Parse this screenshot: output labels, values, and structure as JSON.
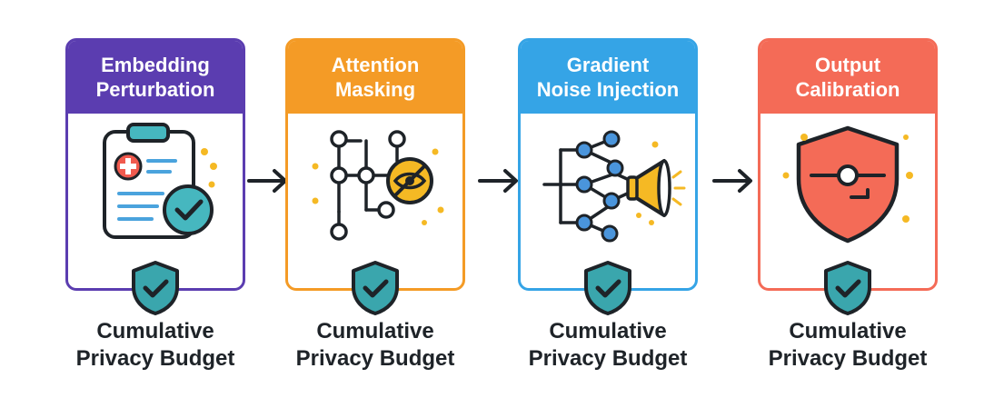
{
  "stages": [
    {
      "title_lines": [
        "Embedding",
        "Perturbation"
      ],
      "color": "#5b3db0",
      "icon": "clipboard-medical-check-icon"
    },
    {
      "title_lines": [
        "Attention",
        "Masking"
      ],
      "color": "#f49b26",
      "icon": "network-eye-slash-icon"
    },
    {
      "title_lines": [
        "Gradient",
        "Noise Injection"
      ],
      "color": "#35a4e6",
      "icon": "node-tree-megaphone-icon"
    },
    {
      "title_lines": [
        "Output",
        "Calibration"
      ],
      "color": "#f46b57",
      "icon": "shield-slider-icon"
    }
  ],
  "budget_label_lines": [
    "Cumulative",
    "Privacy Budget"
  ],
  "colors": {
    "shield_fill": "#3aa6ad",
    "outline": "#1e2328",
    "accent_yellow": "#f5b924",
    "teal": "#46b7bf",
    "node_blue": "#4a95dc",
    "medical_red": "#f05a4e",
    "line_blue": "#4aa3dd"
  },
  "icons": {
    "shield": "shield-check-icon",
    "arrow": "arrow-right-icon"
  }
}
